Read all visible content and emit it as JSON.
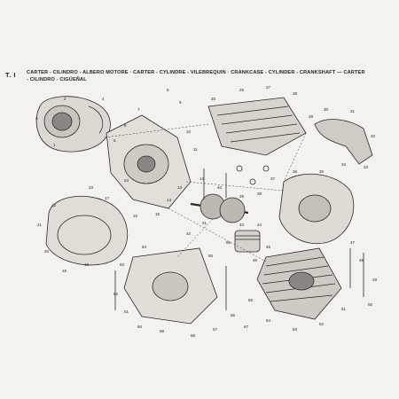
{
  "header": {
    "plate": "T. I",
    "line1": "CARTER - CILINDRO - ALBERO MOTORE  ·  CARTER - CYLINDRE - VILEBREQUIN  ·  CRANKCASE - CYLINDER - CRANKSHAFT — CARTER",
    "line2": "- CILINDRO - CIGÜEÑAL"
  },
  "callouts": [
    "1",
    "2",
    "3",
    "4",
    "5",
    "6",
    "7",
    "8",
    "9",
    "10",
    "11",
    "12",
    "13",
    "14",
    "15",
    "16",
    "17",
    "18",
    "19",
    "20",
    "21",
    "22",
    "23",
    "24",
    "25",
    "26",
    "27",
    "28",
    "29",
    "30",
    "31",
    "32",
    "33",
    "34",
    "35",
    "36",
    "37",
    "38",
    "39",
    "40",
    "41",
    "42",
    "43",
    "44",
    "45",
    "46",
    "47",
    "48",
    "49",
    "50",
    "51",
    "52",
    "53",
    "54",
    "55",
    "56",
    "57",
    "58",
    "59",
    "60",
    "61",
    "62",
    "63",
    "64",
    "65",
    "66",
    "67"
  ],
  "colors": {
    "paper": "#f4f2ee",
    "ink": "#2a2a2a",
    "shade": "#8a8782"
  }
}
